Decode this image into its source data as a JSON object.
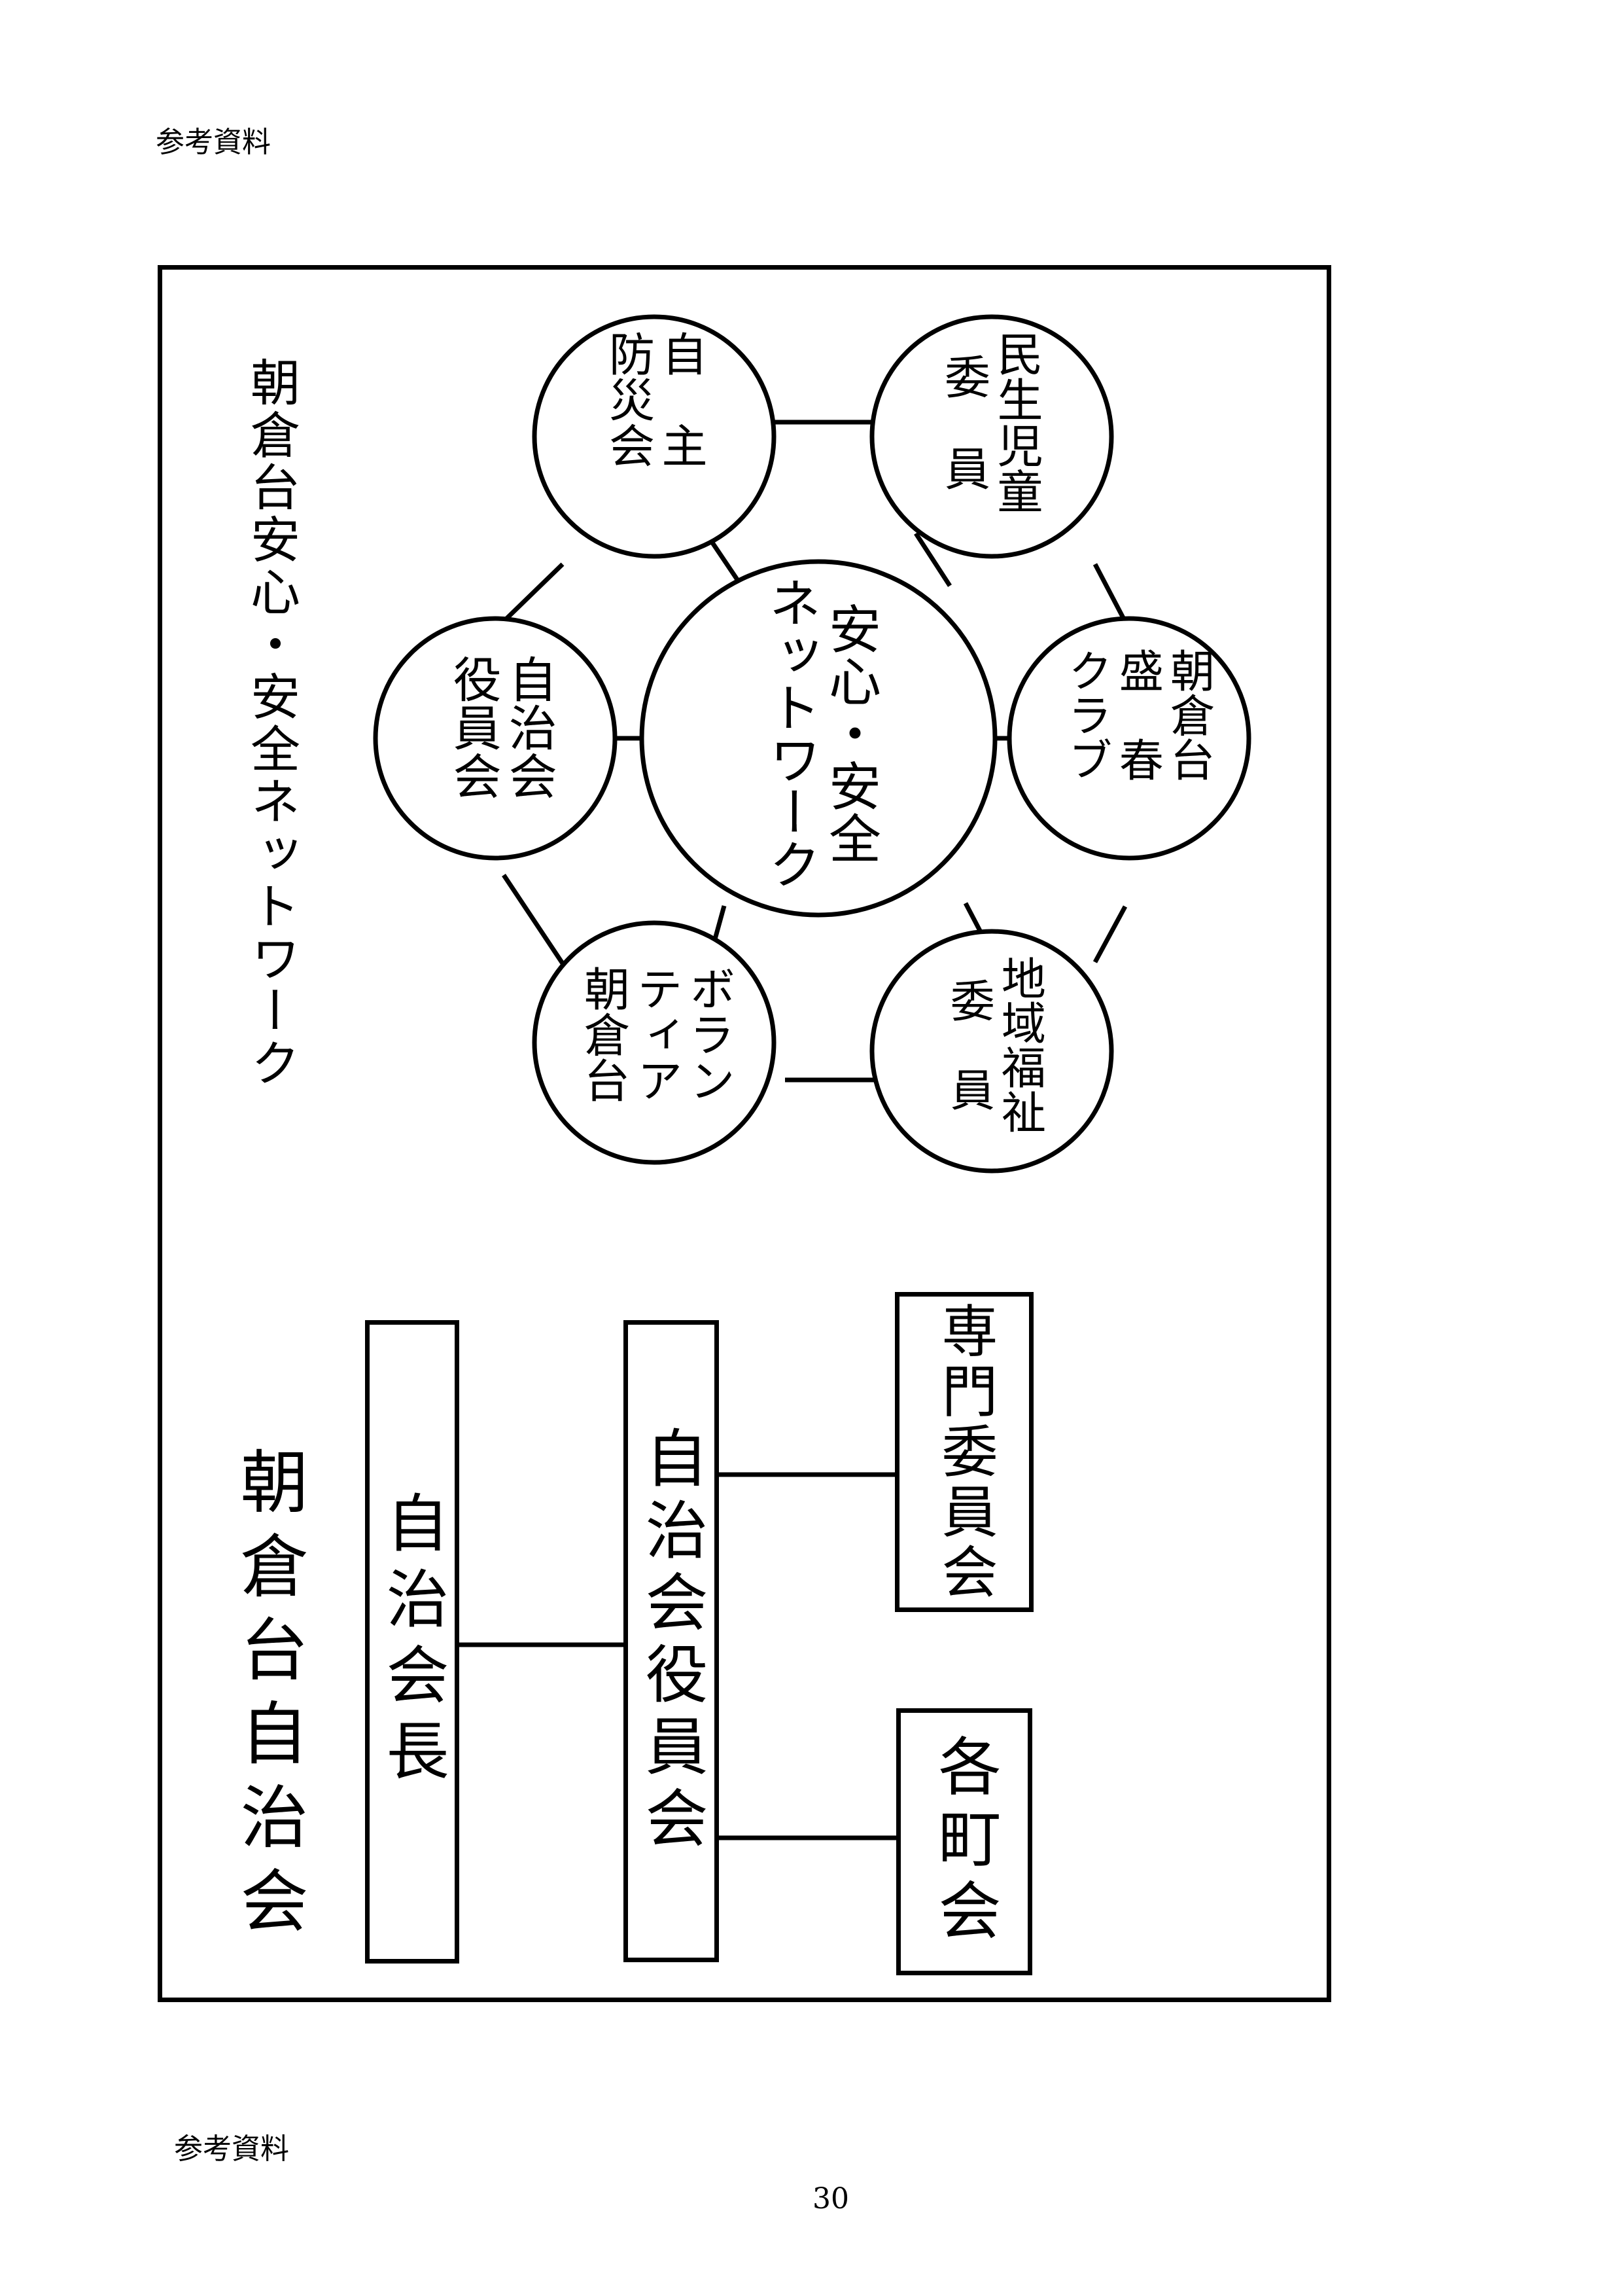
{
  "header": {
    "label": "参考資料"
  },
  "footer": {
    "label": "参考資料",
    "page_number": "30"
  },
  "org_chart": {
    "title": "朝倉台自治会",
    "chairman": "自治会長",
    "board": "自治会役員会",
    "committee": "専門委員会",
    "town_associations": "各町会"
  },
  "network": {
    "title": "朝倉台安心・安全ネットワーク",
    "center": "安心・安全\nネットワーク",
    "nodes": {
      "board": "自治会\n役員会",
      "disaster": "自　主\n防災会",
      "minsei": "民生児童\n委　員",
      "seniors": "朝倉台\n盛　春\nクラブ",
      "welfare": "地域福祉\n委　員",
      "volunteer": "ボラン\nティア\n朝倉台"
    }
  }
}
